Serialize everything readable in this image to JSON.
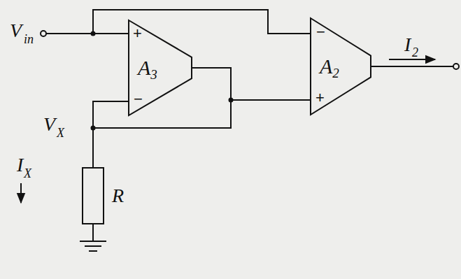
{
  "diagram": {
    "nodes": [
      {
        "text": [
          "A",
          "3"
        ]
      },
      {
        "text": [
          "A",
          "2"
        ]
      }
    ],
    "edges": [
      {
        "from": 0,
        "to": 1,
        "arrow": "none"
      }
    ],
    "labels": [
      "V",
      "in",
      "V",
      "X",
      "I",
      "X",
      "R",
      "I",
      "2",
      "+",
      "−",
      "−",
      "+"
    ]
  }
}
